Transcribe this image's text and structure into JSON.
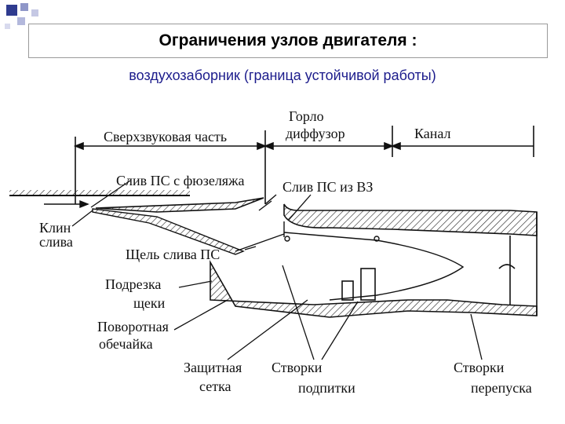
{
  "slide": {
    "title": "Ограничения узлов двигателя :",
    "subtitle": "воздухозаборник (граница устойчивой работы)"
  },
  "diagram": {
    "labels": {
      "supersonic_part": "Сверхзвуковая часть",
      "throat": "Горло",
      "diffuser": "диффузор",
      "channel": "Канал",
      "fuselage_bleed": "Слив ПС с фюзеляжа",
      "intake_bleed": "Слив ПС из ВЗ",
      "bleed_wedge_line1": "Клин",
      "bleed_wedge_line2": "слива",
      "bleed_slot": "Щель слива ПС",
      "cheek_cut_line1": "Подрезка",
      "cheek_cut_line2": "щеки",
      "rotary_shell_line1": "Поворотная",
      "rotary_shell_line2": "обечайка",
      "protective_grid_line1": "Защитная",
      "protective_grid_line2": "сетка",
      "makeup_doors_line1": "Створки",
      "makeup_doors_line2": "подпитки",
      "bypass_doors_line1": "Створки",
      "bypass_doors_line2": "перепуска"
    }
  }
}
